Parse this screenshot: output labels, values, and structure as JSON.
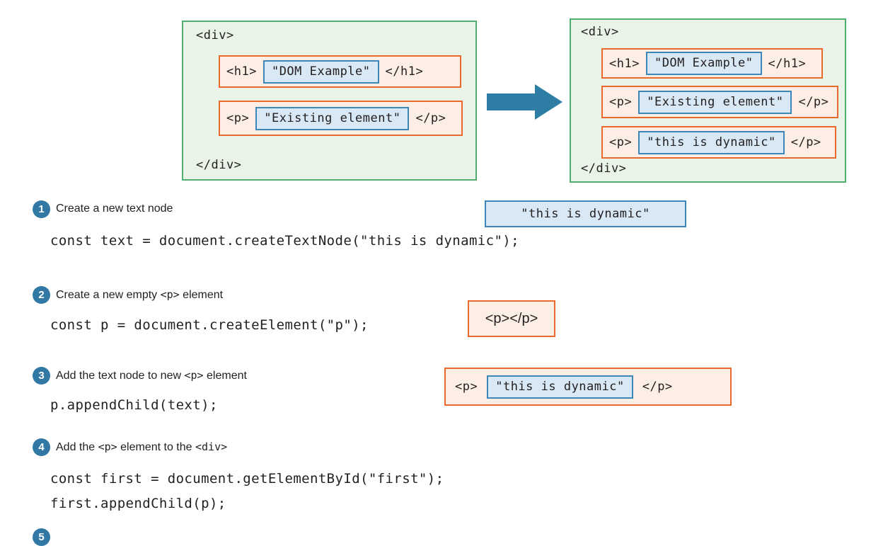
{
  "colors": {
    "container_border": "#4eaf6e",
    "container_fill": "#e9f3e7",
    "element_border": "#ea6a2e",
    "element_fill": "#fceee4",
    "textnode_border": "#3d86b8",
    "textnode_fill": "#d8e8f4",
    "arrow": "#2e7da4",
    "badge": "#3178a5"
  },
  "diagrams": {
    "before": {
      "name": "dom-before",
      "open_tag": "<div>",
      "close_tag": "</div>",
      "children": [
        {
          "open": "<h1>",
          "text": "\"DOM Example\"",
          "close": "</h1>"
        },
        {
          "open": "<p>",
          "text": "\"Existing element\"",
          "close": "</p>"
        }
      ]
    },
    "after": {
      "name": "dom-after",
      "open_tag": "<div>",
      "close_tag": "</div>",
      "children": [
        {
          "open": "<h1>",
          "text": "\"DOM Example\"",
          "close": "</h1>"
        },
        {
          "open": "<p>",
          "text": "\"Existing element\"",
          "close": "</p>"
        },
        {
          "open": "<p>",
          "text": "\"this is dynamic\"",
          "close": "</p>"
        }
      ]
    }
  },
  "arrow": {
    "icon": "right-arrow-icon"
  },
  "steps": [
    {
      "number": "1",
      "label_before": "Create a new text node",
      "label_mono": "",
      "label_after": "",
      "code": [
        "const text = document.createTextNode(\"this is dynamic\");"
      ]
    },
    {
      "number": "2",
      "label_before": "Create a new empty ",
      "label_mono": "<p>",
      "label_after": " element",
      "code": [
        "const p = document.createElement(\"p\");"
      ]
    },
    {
      "number": "3",
      "label_before": "Add the text node to new ",
      "label_mono": "<p>",
      "label_after": " element",
      "code": [
        "p.appendChild(text);"
      ]
    },
    {
      "number": "4",
      "label_before": "Add the ",
      "label_mono": "<p>",
      "label_after": " element to the ",
      "label_mono2": "<div>",
      "code": [
        "const first = document.getElementById(\"first\");",
        "first.appendChild(p);"
      ]
    },
    {
      "number": "5",
      "label_before": "",
      "label_mono": "",
      "label_after": "",
      "code": []
    }
  ],
  "callouts": {
    "text_node": {
      "text": "\"this is dynamic\""
    },
    "empty_p": {
      "text": "<p></p>"
    },
    "p_with_text": {
      "open": "<p>",
      "text": "\"this is dynamic\"",
      "close": "</p>"
    }
  }
}
